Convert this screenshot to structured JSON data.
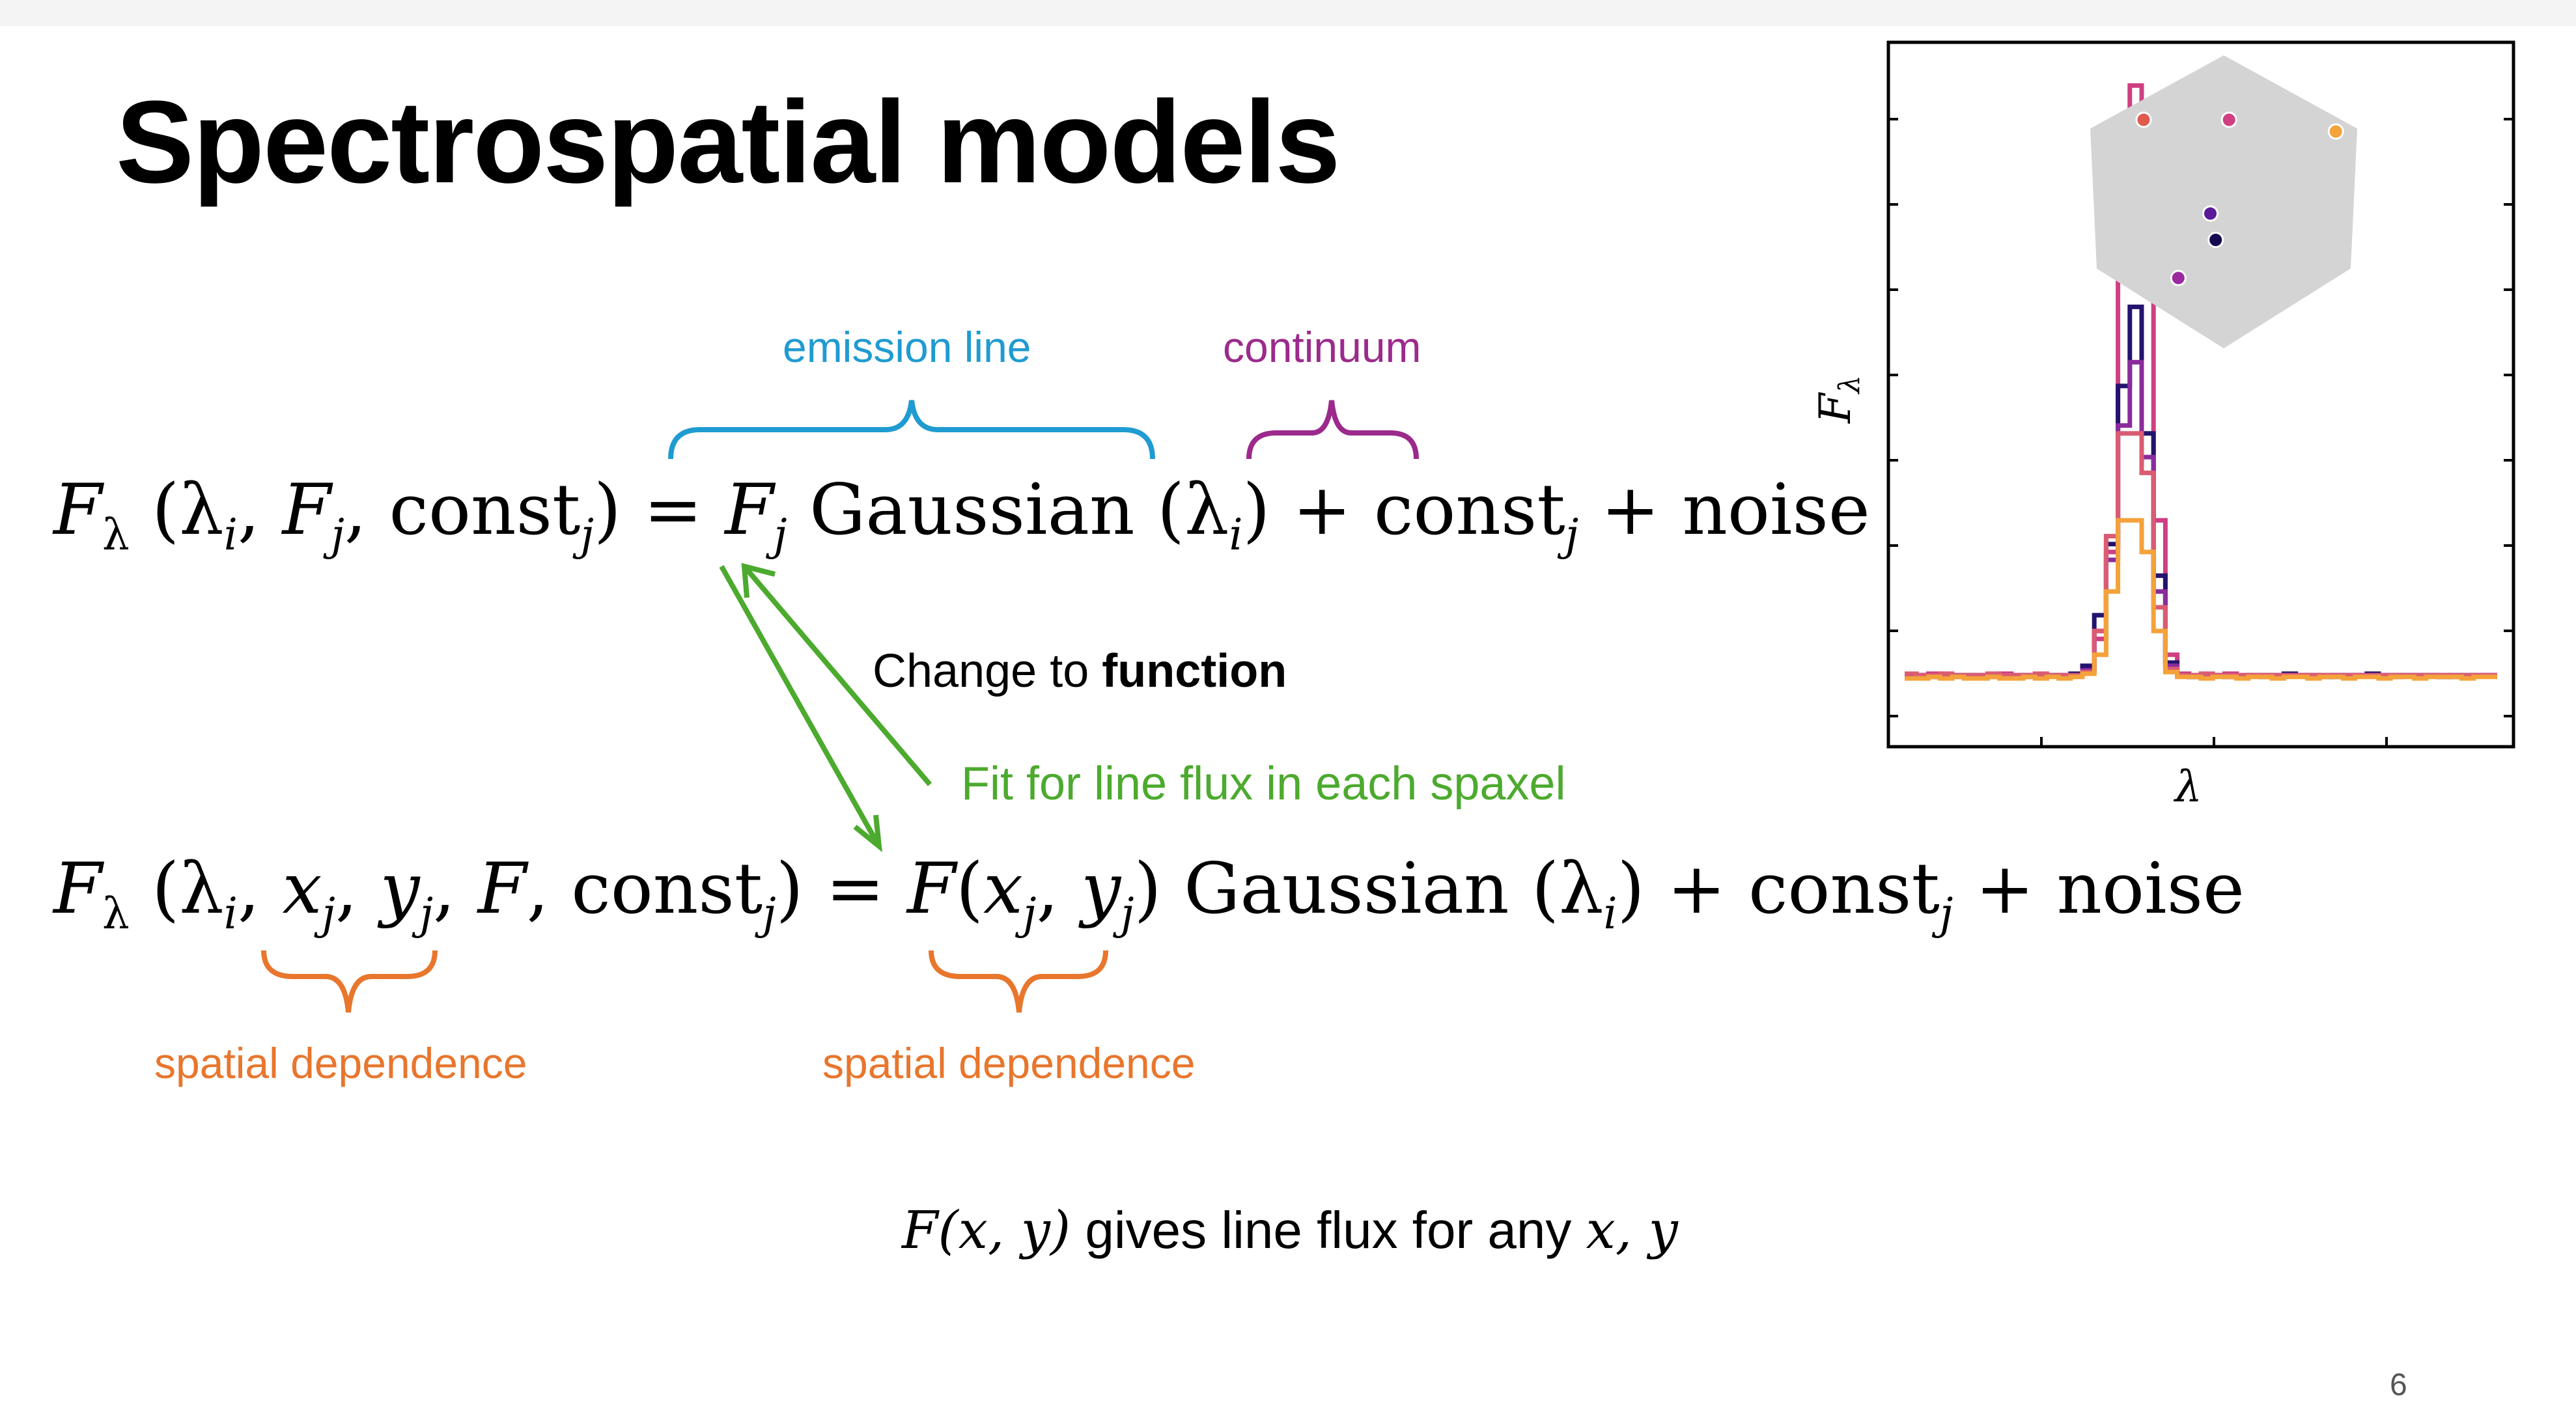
{
  "slide": {
    "title": "Spectrospatial models",
    "page_number": "6"
  },
  "equation1": {
    "lhs_F": "F",
    "lhs_F_sub": "λ",
    "lhs_open": " (",
    "lhs_lambda": "λ",
    "lhs_lambda_sub": "i",
    "lhs_comma1": ", ",
    "lhs_Fj": "F",
    "lhs_Fj_sub": "j",
    "lhs_comma2": ", const",
    "lhs_const_sub": "j",
    "lhs_close": ")",
    "equals": " = ",
    "rhs_F": "F",
    "rhs_F_sub": "j",
    "rhs_gauss": " Gaussian (",
    "rhs_lambda": "λ",
    "rhs_lambda_sub": "i",
    "rhs_close": ")",
    "rhs_plus1": "  +  const",
    "rhs_const_sub": "j",
    "rhs_noise": " + noise"
  },
  "equation2": {
    "lhs_F": "F",
    "lhs_F_sub": "λ",
    "lhs_open": " (",
    "lhs_lambda": "λ",
    "lhs_lambda_sub": "i",
    "c1": ", ",
    "x": "x",
    "x_sub": "j",
    "c2": ", ",
    "y": "y",
    "y_sub": "j",
    "c3": ", ",
    "F": "F",
    "c4": ", const",
    "const_sub": "j",
    "lhs_close": ")",
    "equals": " = ",
    "rhs_F": "F",
    "rhs_open": "(",
    "rhs_x": "x",
    "rhs_x_sub": "j",
    "rhs_c": ", ",
    "rhs_y": "y",
    "rhs_y_sub": "j",
    "rhs_close": ")",
    "rhs_gauss": " Gaussian (",
    "rhs_lambda": "λ",
    "rhs_lambda_sub": "i",
    "rhs_gclose": ")",
    "rhs_plus1": "  +  const",
    "rhs_const_sub": "j",
    "rhs_noise": " + noise"
  },
  "annotations": {
    "emission_line": "emission line",
    "continuum": "continuum",
    "change_to_prefix": "Change to ",
    "change_to_bold": "function",
    "fit": "Fit for line flux in each spaxel",
    "spatial_dependence_1": "spatial dependence",
    "spatial_dependence_2": "spatial dependence"
  },
  "footnote": {
    "F": "F",
    "args": "(x, y)",
    "text": " gives line flux for any ",
    "vars": "x, y"
  },
  "colors": {
    "emission": "#1f9bd1",
    "continuum": "#9c2a8c",
    "fit": "#4caa2e",
    "spatial": "#e8762d"
  },
  "chart_data": {
    "type": "line",
    "xlabel": "λ",
    "ylabel": "F_λ",
    "description_kind": "step spectra",
    "x": [
      0,
      1,
      2,
      3,
      4,
      5,
      6,
      7,
      8,
      9,
      10,
      11,
      12,
      13,
      14,
      15,
      16,
      17,
      18,
      19,
      20,
      21,
      22,
      23,
      24,
      25,
      26,
      27,
      28,
      29,
      30,
      31,
      32,
      33,
      34,
      35,
      36,
      37,
      38,
      39,
      40,
      41,
      42,
      43,
      44,
      45,
      46,
      47,
      48,
      49
    ],
    "series": [
      {
        "color": "#cf3f82",
        "values": [
          0.02,
          0.02,
          0.03,
          0.02,
          0.02,
          0.01,
          0.02,
          0.02,
          0.03,
          0.02,
          0.02,
          0.02,
          0.02,
          0.02,
          0.02,
          0.06,
          0.25,
          0.8,
          2.7,
          3.75,
          3.3,
          1.0,
          0.15,
          0.03,
          0.02,
          0.02,
          0.02,
          0.03,
          0.02,
          0.02,
          0.02,
          0.02,
          0.02,
          0.02,
          0.02,
          0.02,
          0.02,
          0.02,
          0.02,
          0.02,
          0.02,
          0.02,
          0.02,
          0.02,
          0.02,
          0.02,
          0.02,
          0.02,
          0.02,
          0.02
        ]
      },
      {
        "color": "#24136e",
        "values": [
          0.02,
          0.02,
          0.01,
          0.01,
          0.02,
          0.02,
          0.01,
          0.02,
          0.02,
          0.01,
          0.02,
          0.02,
          0.02,
          0.02,
          0.03,
          0.08,
          0.4,
          0.85,
          1.85,
          2.35,
          1.55,
          0.65,
          0.1,
          0.02,
          0.01,
          0.02,
          0.02,
          0.01,
          0.01,
          0.02,
          0.02,
          0.02,
          0.03,
          0.02,
          0.02,
          0.01,
          0.02,
          0.02,
          0.02,
          0.03,
          0.02,
          0.02,
          0.02,
          0.02,
          0.02,
          0.01,
          0.02,
          0.02,
          0.02,
          0.02
        ]
      },
      {
        "color": "#8a2c9c",
        "values": [
          0.01,
          0.02,
          0.02,
          0.02,
          0.01,
          0.02,
          0.02,
          0.01,
          0.02,
          0.02,
          0.01,
          0.02,
          0.02,
          0.02,
          0.02,
          0.05,
          0.3,
          0.75,
          1.6,
          2.0,
          1.4,
          0.55,
          0.08,
          0.02,
          0.01,
          0.01,
          0.02,
          0.02,
          0.02,
          0.02,
          0.01,
          0.02,
          0.02,
          0.02,
          0.02,
          0.02,
          0.01,
          0.02,
          0.02,
          0.02,
          0.02,
          0.01,
          0.02,
          0.02,
          0.02,
          0.02,
          0.01,
          0.01,
          0.02,
          0.02
        ]
      },
      {
        "color": "#d95c73",
        "values": [
          0.03,
          0.02,
          0.02,
          0.03,
          0.02,
          0.02,
          0.02,
          0.03,
          0.02,
          0.02,
          0.02,
          0.03,
          0.02,
          0.02,
          0.02,
          0.04,
          0.3,
          0.9,
          1.55,
          1.55,
          1.3,
          0.45,
          0.06,
          0.02,
          0.02,
          0.03,
          0.02,
          0.02,
          0.02,
          0.02,
          0.02,
          0.02,
          0.02,
          0.02,
          0.02,
          0.02,
          0.02,
          0.02,
          0.02,
          0.02,
          0.02,
          0.02,
          0.02,
          0.02,
          0.02,
          0.02,
          0.02,
          0.02,
          0.02,
          0.02
        ]
      },
      {
        "color": "#f4a23a",
        "values": [
          0.0,
          0.0,
          0.01,
          0.0,
          0.01,
          0.0,
          0.0,
          0.01,
          0.0,
          0.0,
          0.01,
          0.0,
          0.01,
          0.0,
          0.01,
          0.03,
          0.15,
          0.55,
          1.0,
          1.0,
          0.8,
          0.3,
          0.04,
          0.01,
          0.01,
          0.0,
          0.01,
          0.01,
          0.0,
          0.01,
          0.01,
          0.0,
          0.01,
          0.01,
          0.0,
          0.01,
          0.01,
          0.0,
          0.01,
          0.01,
          0.0,
          0.01,
          0.01,
          0.0,
          0.01,
          0.01,
          0.01,
          0.0,
          0.01,
          0.01
        ]
      }
    ],
    "ylim": [
      -0.3,
      3.9
    ],
    "grid": false,
    "inset": {
      "shape": "hexagon",
      "points": [
        {
          "x": 0.2,
          "y": 0.78,
          "color": "#e05a4e"
        },
        {
          "x": 0.52,
          "y": 0.78,
          "color": "#cf3f82"
        },
        {
          "x": 0.92,
          "y": 0.74,
          "color": "#f4a23a"
        },
        {
          "x": 0.45,
          "y": 0.46,
          "color": "#5a1a9a"
        },
        {
          "x": 0.47,
          "y": 0.37,
          "color": "#130a4f"
        },
        {
          "x": 0.33,
          "y": 0.24,
          "color": "#9a2aa0"
        }
      ]
    }
  }
}
